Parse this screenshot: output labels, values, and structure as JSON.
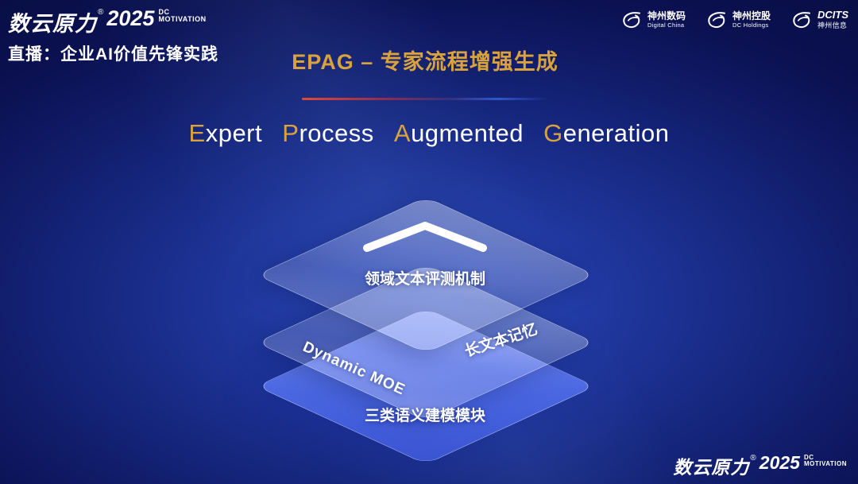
{
  "brand": {
    "name": "数云原力",
    "reg": "®",
    "year": "2025",
    "tag1": "DC",
    "tag2": "MOTIVATION"
  },
  "header": {
    "live_label": "直播：企业AI价值先锋实践",
    "title_cn": "EPAG – 专家流程增强生成"
  },
  "partners": [
    {
      "line1": "神州数码",
      "line2": "Digital China"
    },
    {
      "line1": "神州控股",
      "line2": "DC Holdings"
    },
    {
      "line1": "DCITS",
      "line2": "神州信息"
    }
  ],
  "title_en": {
    "words": [
      {
        "initial": "E",
        "rest": "xpert"
      },
      {
        "initial": "P",
        "rest": "rocess"
      },
      {
        "initial": "A",
        "rest": "ugmented"
      },
      {
        "initial": "G",
        "rest": "eneration"
      }
    ]
  },
  "diagram": {
    "top_label": "领域文本评测机制",
    "mid_left_label": "Dynamic  MOE",
    "mid_right_label": "长文本记忆",
    "bottom_label": "三类语义建模模块"
  },
  "colors": {
    "accent_gold": "#D9A23C",
    "layer_blue": "#4A66E0",
    "background_navy": "#0B1152",
    "divider_red": "#E04A36",
    "divider_blue": "#2E57C9"
  }
}
